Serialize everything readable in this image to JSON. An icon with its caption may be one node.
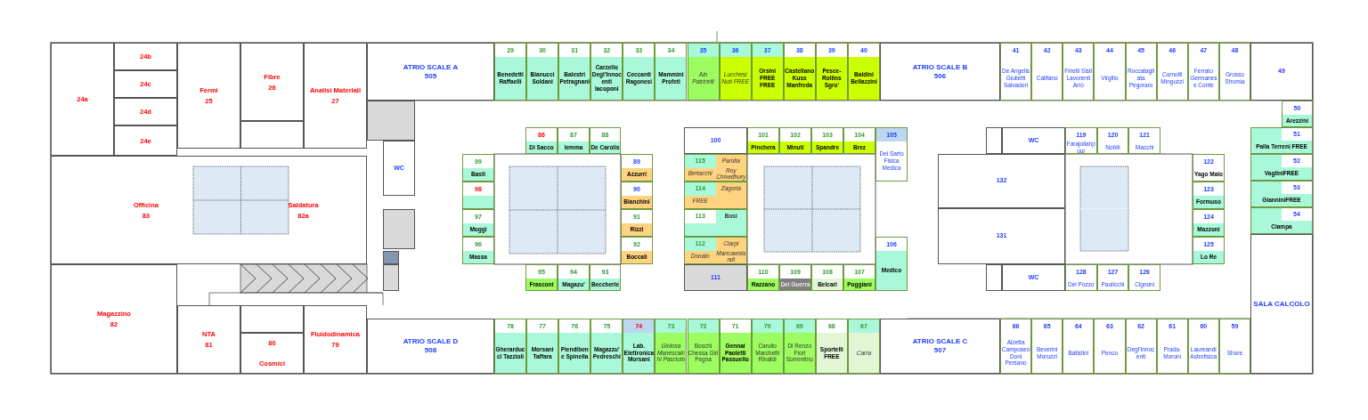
{
  "diagram": {
    "nodes": [
      {
        "text": [
          "24a"
        ]
      },
      {
        "text": [
          "24b"
        ]
      },
      {
        "text": [
          "24c"
        ]
      },
      {
        "text": [
          "24d"
        ]
      },
      {
        "text": [
          "24e"
        ]
      },
      {
        "text": [
          "Fermi",
          "25"
        ]
      },
      {
        "text": [
          "Fibre",
          "26"
        ]
      },
      {
        "text": [],
        "shape": "box"
      },
      {
        "text": [
          "Analisi Materiali",
          "27"
        ]
      },
      {
        "text": [
          "ATRIO SCALE A",
          "505"
        ]
      },
      {
        "text": [
          "29",
          "Benedetti Raffaelli"
        ]
      },
      {
        "text": [
          "30",
          "Bianucci Soldani"
        ]
      },
      {
        "text": [
          "31",
          "Balestri Petragnani"
        ]
      },
      {
        "text": [
          "32",
          "Carzello Degl'Innocenti Iacoponi"
        ]
      },
      {
        "text": [
          "33",
          "Ceccanti Ragonesi"
        ]
      },
      {
        "text": [
          "34",
          "Mammini Profeti"
        ]
      },
      {
        "text": [
          "35",
          "Ain Patricelli"
        ]
      },
      {
        "text": [
          "36",
          "Lucchesi Nuti FREE"
        ]
      },
      {
        "text": [
          "37",
          "Orsini FREE FREE"
        ]
      },
      {
        "text": [
          "38",
          "Castellano Kuss Manfreda"
        ]
      },
      {
        "text": [
          "39",
          "Pesce-Rollins Sgro'"
        ]
      },
      {
        "text": [
          "40",
          "Baldini Bellazzini"
        ]
      },
      {
        "text": [
          "ATRIO SCALE B",
          "506"
        ]
      },
      {
        "text": [
          "41",
          "De Angelis Giulietti Salvadori"
        ]
      },
      {
        "text": [
          "42",
          "Califano"
        ]
      },
      {
        "text": [
          "43",
          "Finelli Sisti Lavorenti Arrò"
        ]
      },
      {
        "text": [
          "44",
          "Virgilio"
        ]
      },
      {
        "text": [
          "45",
          "Roccatagliata Pegoraro"
        ]
      },
      {
        "text": [
          "46",
          "Cornolti Minguzzi"
        ]
      },
      {
        "text": [
          "47",
          "Ferrato Germanese Conte"
        ]
      },
      {
        "text": [
          "48",
          "Grosso Strumia"
        ]
      },
      {
        "text": [
          "49"
        ]
      },
      {
        "text": [],
        "shape": "box"
      },
      {
        "text": [
          "50",
          "Arezzini"
        ]
      },
      {
        "text": [
          "86",
          "Di Sacco"
        ]
      },
      {
        "text": [
          "87",
          "Iemma"
        ]
      },
      {
        "text": [
          "88",
          "De Carolis"
        ]
      },
      {
        "text": [
          "100"
        ]
      },
      {
        "text": [
          "101",
          "Pinchera"
        ]
      },
      {
        "text": [
          "102",
          "Minuti"
        ]
      },
      {
        "text": [
          "103",
          "Spandre"
        ]
      },
      {
        "text": [
          "104",
          "Brez"
        ]
      },
      {
        "text": [
          "105",
          "Del Sarto Fisica Medica"
        ]
      },
      {
        "text": [],
        "shape": "box"
      },
      {
        "text": [
          "WC"
        ]
      },
      {
        "text": [
          "119",
          "Farajollahpour"
        ]
      },
      {
        "text": [
          "120",
          "Nobili"
        ]
      },
      {
        "text": [
          "121",
          "Macchi"
        ]
      },
      {
        "text": [
          "51",
          "Palla Terreni FREE"
        ]
      },
      {
        "text": [
          "52",
          "VagliniFREE"
        ]
      },
      {
        "text": [
          "53",
          "GianniniFREE"
        ]
      },
      {
        "text": [
          "54",
          "Ciampa"
        ]
      },
      {
        "text": [
          "WC"
        ]
      },
      {
        "text": [
          "Officina",
          "83"
        ]
      },
      {
        "text": [
          "Saldatura",
          "82a"
        ]
      },
      {
        "text": [
          "99",
          "Basti"
        ]
      },
      {
        "text": [
          "98"
        ]
      },
      {
        "text": [
          "97",
          "Moggi"
        ]
      },
      {
        "text": [
          "96",
          "Massa"
        ]
      },
      {
        "text": [
          "89",
          "Azzurri"
        ]
      },
      {
        "text": [
          "90",
          "Bianchini"
        ]
      },
      {
        "text": [
          "91",
          "Rizzi"
        ]
      },
      {
        "text": [
          "92",
          "Boccali"
        ]
      },
      {
        "text": [
          "115",
          "Parolia",
          "Bertacchi",
          "Roy Chowdhury"
        ]
      },
      {
        "text": [
          "114",
          "Zagoria",
          "FREE"
        ]
      },
      {
        "text": [
          "113",
          "Bosi"
        ]
      },
      {
        "text": [
          "112",
          "Ciarpi",
          "Donato",
          "Mancawolandi"
        ]
      },
      {
        "text": [
          "132"
        ]
      },
      {
        "text": [
          "122",
          "Yago Malo"
        ]
      },
      {
        "text": [
          "123",
          "Formuso"
        ]
      },
      {
        "text": [
          "124",
          "Mazzoni"
        ]
      },
      {
        "text": [
          "125",
          "Lo Re"
        ]
      },
      {
        "text": [
          "131"
        ]
      },
      {
        "text": [],
        "shape": "box"
      },
      {
        "text": [
          "106",
          "Medico"
        ]
      },
      {
        "text": [],
        "shape": "box"
      },
      {
        "text": [
          "95",
          "Frasconi"
        ]
      },
      {
        "text": [
          "94",
          "Magazu'"
        ]
      },
      {
        "text": [
          "93",
          "Beccherle"
        ]
      },
      {
        "text": [
          "111"
        ]
      },
      {
        "text": [
          "110",
          "Razzano"
        ]
      },
      {
        "text": [
          "109",
          "Del Guerra"
        ]
      },
      {
        "text": [
          "108",
          "Belcari"
        ]
      },
      {
        "text": [
          "107",
          "Poggiani"
        ]
      },
      {
        "text": [],
        "shape": "box"
      },
      {
        "text": [
          "WC"
        ]
      },
      {
        "text": [
          "128",
          "Del Pozzo"
        ]
      },
      {
        "text": [
          "127",
          "Paolicchi"
        ]
      },
      {
        "text": [
          "126",
          "Cignoni"
        ]
      },
      {
        "text": [
          "SALA CALCOLO"
        ]
      },
      {
        "text": [
          "Magazzino",
          "82"
        ]
      },
      {
        "text": [],
        "shape": "box"
      },
      {
        "text": [
          "NTA",
          "81"
        ]
      },
      {
        "text": [],
        "shape": "box"
      },
      {
        "text": [
          "80",
          "Cosmici"
        ]
      },
      {
        "text": [
          "Fluidodinamica",
          "79"
        ]
      },
      {
        "text": [
          "ATRIO SCALE D",
          "508"
        ]
      },
      {
        "text": [
          "78",
          "Gherarducci Tazzioli"
        ]
      },
      {
        "text": [
          "77",
          "Morsani Taffara"
        ]
      },
      {
        "text": [
          "76",
          "Piendibene Spinella"
        ]
      },
      {
        "text": [
          "75",
          "Magazzu' Pedreschi"
        ]
      },
      {
        "text": [
          "74",
          "Lab. Elettronica Morsani"
        ]
      },
      {
        "text": [
          "73",
          "Gioiosa Manescalchi Pasciuto"
        ]
      },
      {
        "text": [
          "72",
          "Boschi Chessa Giri Pegna"
        ]
      },
      {
        "text": [
          "71",
          "Gennai Paoletti Passuello"
        ]
      },
      {
        "text": [
          "70",
          "Carullo Marchetti Rinaldi"
        ]
      },
      {
        "text": [
          "69",
          "Di Renzo Fiori Sorrentino"
        ]
      },
      {
        "text": [
          "68",
          "Sportelli FREE"
        ]
      },
      {
        "text": [
          "67",
          "Carra"
        ]
      },
      {
        "text": [
          "ATRIO SCALE C",
          "507"
        ]
      },
      {
        "text": [
          "66",
          "Alzetta Camposeo Doni Persano"
        ]
      },
      {
        "text": [
          "65",
          "Beverini Moruzzi"
        ]
      },
      {
        "text": [
          "64",
          "Batistini"
        ]
      },
      {
        "text": [
          "63",
          "Penco"
        ]
      },
      {
        "text": [
          "62",
          "Degl'Innocenti"
        ]
      },
      {
        "text": [
          "61",
          "Prada-Moroni"
        ]
      },
      {
        "text": [
          "60",
          "Laureandi Astrofisica"
        ]
      },
      {
        "text": [
          "59",
          "Shore"
        ]
      }
    ]
  }
}
